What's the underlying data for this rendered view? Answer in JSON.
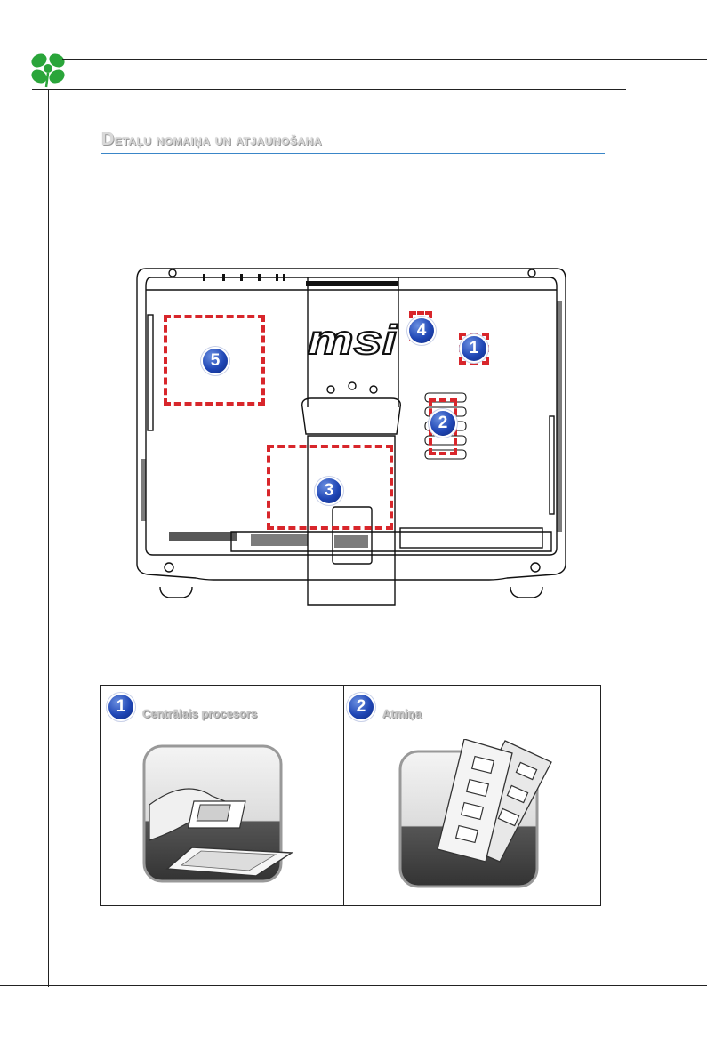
{
  "header": {
    "logo_icon": "clover-logo-icon",
    "accent_color": "#2aa53a"
  },
  "section": {
    "title_first_letter": "D",
    "title_rest": "etaļu nomaiņa un atjaunošana"
  },
  "diagram": {
    "brand_text": "msi",
    "zones": [
      {
        "number": "1"
      },
      {
        "number": "2"
      },
      {
        "number": "3"
      },
      {
        "number": "4"
      },
      {
        "number": "5"
      }
    ],
    "zone_color": "#d8262b",
    "badge_color": "#1f46b5"
  },
  "components": [
    {
      "number": "1",
      "label": "Centrālais procesors",
      "icon": "cpu-install-icon"
    },
    {
      "number": "2",
      "label": "Atmiņa",
      "icon": "memory-modules-icon"
    }
  ]
}
